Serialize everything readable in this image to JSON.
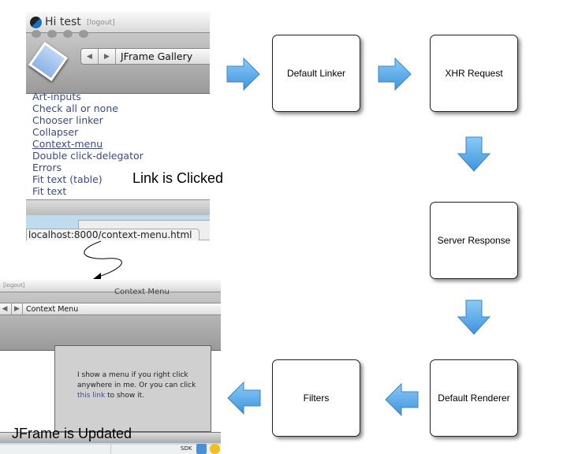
{
  "top_screenshot": {
    "greeting": "Hi test",
    "logout": "[logout]",
    "nav_title": "JFrame Gallery",
    "links": [
      "Art-inputs",
      "Check all or none",
      "Chooser linker",
      "Collapser",
      "Context-menu",
      "Double click-delegator",
      "Errors",
      "Fit text (table)",
      "Fit text"
    ],
    "status_url": "localhost:8000/context-menu.html"
  },
  "bottom_screenshot": {
    "logout": "[logout]",
    "window_title": "Context Menu",
    "nav_title": "Context Menu",
    "content_before": "I show a menu if you right click anywhere in me. Or you can click ",
    "content_link": "this link",
    "content_after": " to show it.",
    "dock_label": "SDK"
  },
  "labels": {
    "link_clicked": "Link is Clicked",
    "jframe_updated": "JFrame is Updated"
  },
  "steps": [
    "Default Linker",
    "XHR Request",
    "Server Response",
    "Default Renderer",
    "Filters"
  ],
  "colors": {
    "arrow": "#5aaae8",
    "link": "#3a4a8c"
  }
}
